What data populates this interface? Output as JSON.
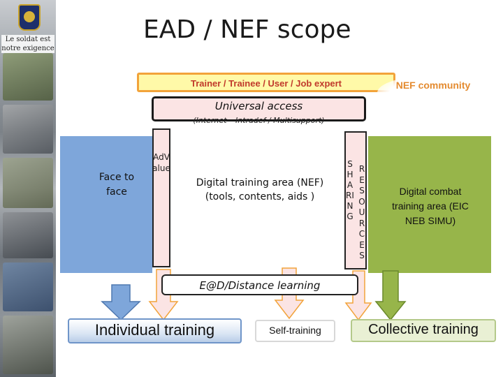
{
  "sidebar": {
    "motto": "Le soldat est notre exigence"
  },
  "header": {
    "title": "EAD / NEF scope"
  },
  "diagram": {
    "trainer_bar": "Trainer / Trainee / User / Job expert",
    "nef_community": "NEF community",
    "universal_access": "Universal access",
    "universal_access_sub": "(Internet – Intradef / Multisupport)",
    "face_to_face": "Face to face",
    "advalue": "AdValue",
    "digital_training_area": "Digital training area (NEF) (tools, contents, aids )",
    "sharing": "SHARING",
    "resources": "RESOURCES",
    "digital_combat": "Digital combat training area (EIC NEB SIMU)",
    "distance_learning": "E@D/Distance learning"
  },
  "outputs": {
    "individual_training": "Individual training",
    "self_training": "Self-training",
    "collective_training": "Collective training"
  },
  "colors": {
    "face_to_face_area": "#7ea6da",
    "combat_area": "#97b54a",
    "trainer_bar_fill": "#fff9a8",
    "trainer_bar_border": "#f2a33a",
    "trainer_text": "#c0392b",
    "nef_community_text": "#e48b30",
    "pink_box": "#fbe4e4",
    "collective_box": "#e9f0d4"
  },
  "icons": {
    "emblem": "army-crest-icon",
    "arrows": [
      "arrow-down-blue",
      "arrow-down-pink",
      "arrow-down-green",
      "arrow-down-orange"
    ]
  }
}
